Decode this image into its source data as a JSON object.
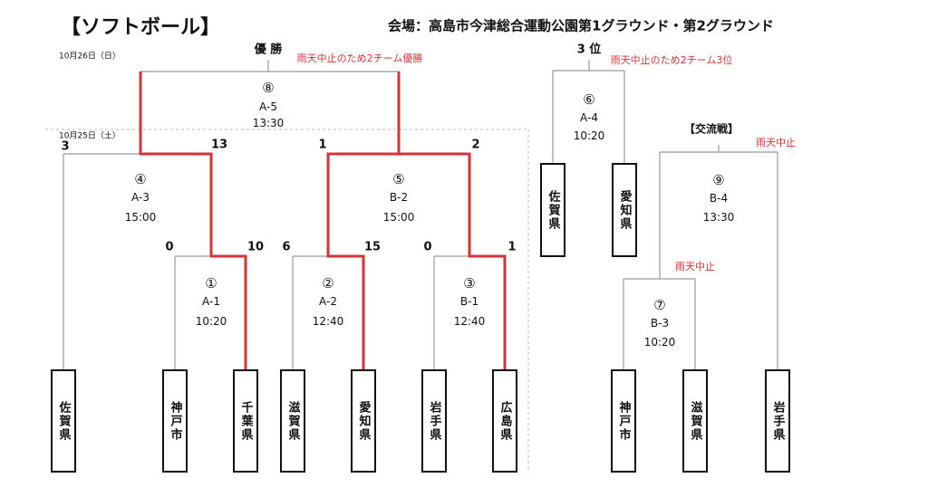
{
  "header": {
    "title": "【ソフトボール】",
    "venue": "会場：高島市今津総合運動公園第1グラウンド・第2グラウンド"
  },
  "dates": {
    "day2": "10月26日（日）",
    "day1": "10月25日（土）"
  },
  "colors": {
    "winner_line": "#d6343a",
    "line": "#999999",
    "note": "#d6343a"
  },
  "championship": {
    "label": "優 勝",
    "note": "雨天中止のため2チーム優勝"
  },
  "third_place": {
    "label": "3 位",
    "note": "雨天中止のため2チーム3位"
  },
  "exchange": {
    "label": "【交流戦】",
    "note": "雨天中止",
    "note2": "雨天中止"
  },
  "games": [
    {
      "no": "①",
      "code": "A-1",
      "time": "10:20",
      "score_left": "0",
      "score_right": "10"
    },
    {
      "no": "②",
      "code": "A-2",
      "time": "12:40",
      "score_left": "6",
      "score_right": "15"
    },
    {
      "no": "③",
      "code": "B-1",
      "time": "12:40",
      "score_left": "0",
      "score_right": "1"
    },
    {
      "no": "④",
      "code": "A-3",
      "time": "15:00",
      "score_left": "3",
      "score_right": "13"
    },
    {
      "no": "⑤",
      "code": "B-2",
      "time": "15:00",
      "score_left": "1",
      "score_right": "2"
    },
    {
      "no": "⑥",
      "code": "A-4",
      "time": "10:20"
    },
    {
      "no": "⑦",
      "code": "B-3",
      "time": "10:20"
    },
    {
      "no": "⑧",
      "code": "A-5",
      "time": "13:30"
    },
    {
      "no": "⑨",
      "code": "B-4",
      "time": "13:30"
    }
  ],
  "teams": [
    "佐賀県",
    "神戸市",
    "千葉県",
    "滋賀県",
    "愛知県",
    "岩手県",
    "広島県",
    "神戸市",
    "滋賀県",
    "岩手県"
  ],
  "third_teams": [
    "佐賀県",
    "愛知県"
  ]
}
